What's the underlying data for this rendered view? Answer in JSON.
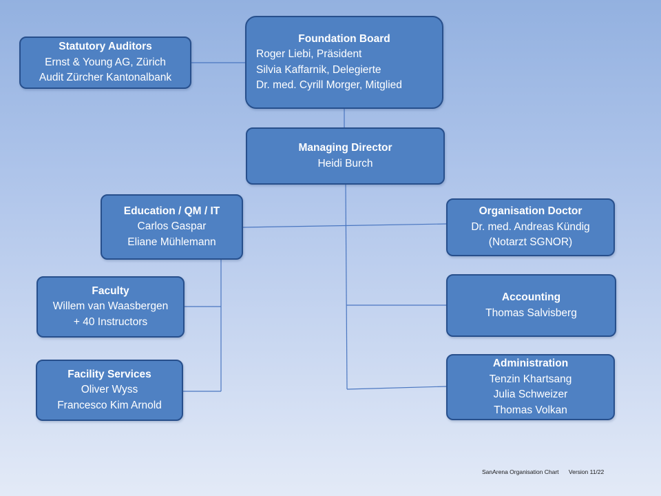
{
  "chart": {
    "foundation_board": {
      "title": "Foundation Board",
      "lines": [
        "Roger Liebi, Präsident",
        "Silvia Kaffarnik, Delegierte",
        "Dr. med. Cyrill Morger, Mitglied"
      ]
    },
    "statutory_auditors": {
      "title": "Statutory Auditors",
      "lines": [
        "Ernst & Young AG, Zürich",
        "Audit Zürcher Kantonalbank"
      ]
    },
    "managing_director": {
      "title": "Managing Director",
      "lines": [
        "Heidi Burch"
      ]
    },
    "education": {
      "title": "Education / QM / IT",
      "lines": [
        "Carlos Gaspar",
        "Eliane Mühlemann"
      ]
    },
    "faculty": {
      "title": "Faculty",
      "lines": [
        "Willem van Waasbergen",
        "+ 40 Instructors"
      ]
    },
    "facility_services": {
      "title": "Facility Services",
      "lines": [
        "Oliver Wyss",
        "Francesco Kim Arnold"
      ]
    },
    "organisation_doctor": {
      "title": "Organisation Doctor",
      "lines": [
        "Dr. med. Andreas Kündig",
        "(Notarzt SGNOR)"
      ]
    },
    "accounting": {
      "title": "Accounting",
      "lines": [
        "Thomas Salvisberg"
      ]
    },
    "administration": {
      "title": "Administration",
      "lines": [
        "Tenzin Khartsang",
        "Julia Schweizer",
        "Thomas Volkan"
      ]
    }
  },
  "footer": {
    "chart_name": "SanArena Organisation Chart",
    "version": "Version 11/22"
  },
  "colors": {
    "box_fill": "#4f81c3",
    "box_border": "#274f8c",
    "connector": "#4a76c0",
    "background_top": "#93b1e0",
    "background_bottom": "#e3eaf7"
  }
}
